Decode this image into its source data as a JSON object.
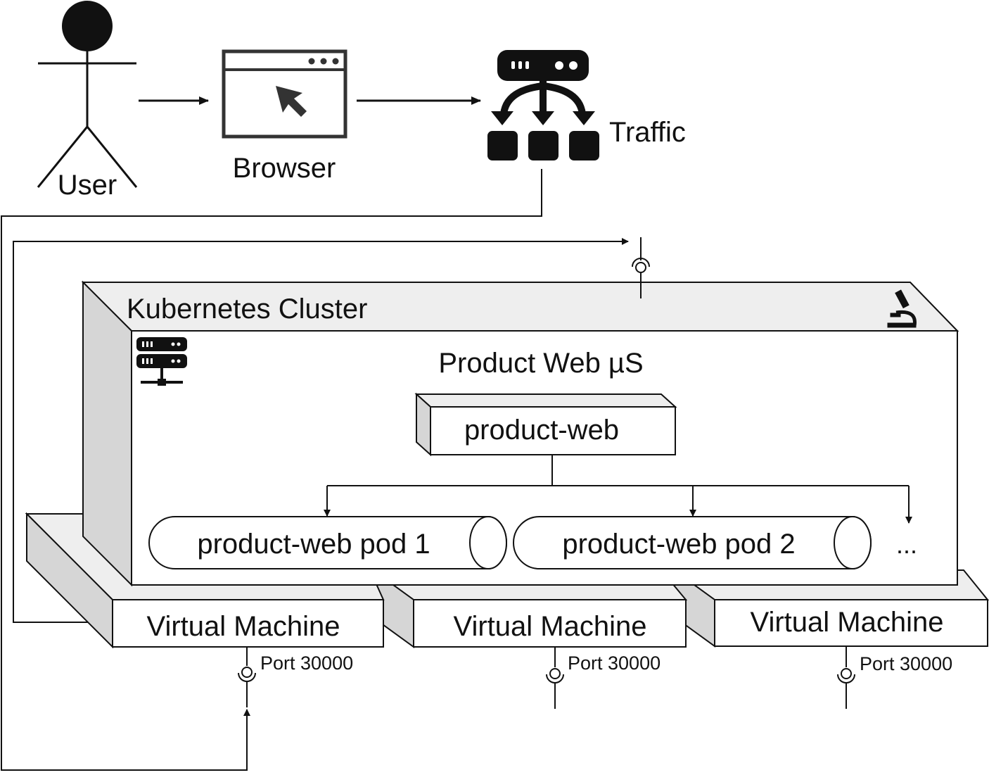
{
  "actors": {
    "user": {
      "label": "User",
      "icon": "user-stick-figure-icon"
    },
    "browser": {
      "label": "Browser",
      "icon": "browser-window-icon"
    },
    "traffic": {
      "label": "Traffic",
      "icon": "load-balancer-icon"
    }
  },
  "cluster": {
    "label": "Kubernetes Cluster",
    "icon": "microscope-icon",
    "node_icon": "server-rack-icon"
  },
  "service": {
    "title": "Product Web µS",
    "deployment": "product-web",
    "pods": [
      "product-web pod 1",
      "product-web pod 2"
    ],
    "more": "..."
  },
  "vms": [
    {
      "label": "Virtual Machine",
      "port": "Port 30000"
    },
    {
      "label": "Virtual Machine",
      "port": "Port 30000"
    },
    {
      "label": "Virtual Machine",
      "port": "Port 30000"
    }
  ],
  "colors": {
    "stroke": "#111111",
    "face": "#ffffff",
    "top": "#eeeeee",
    "side": "#d6d6d6"
  }
}
